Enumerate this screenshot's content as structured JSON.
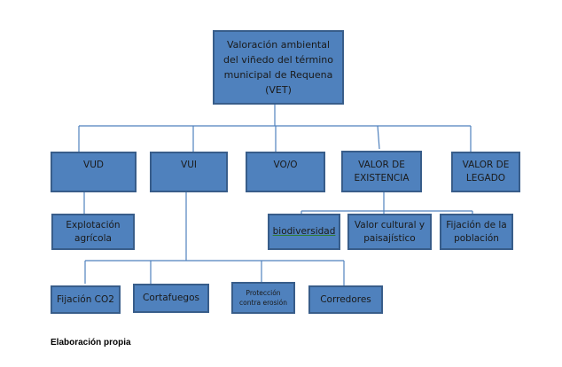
{
  "root": {
    "label": "Valoración ambiental del viñedo del término municipal de Requena (VET)"
  },
  "level1": [
    {
      "id": "vud",
      "label": "VUD"
    },
    {
      "id": "vui",
      "label": "VUI"
    },
    {
      "id": "vo",
      "label": "VO/O"
    },
    {
      "id": "existencia",
      "label": "VALOR DE EXISTENCIA"
    },
    {
      "id": "legado",
      "label": "VALOR DE LEGADO"
    }
  ],
  "vud_children": [
    {
      "label": "Explotación agrícola"
    }
  ],
  "vui_children": [
    {
      "label": "Fijación CO2"
    },
    {
      "label": "Cortafuegos"
    },
    {
      "label": "Protección contra erosión"
    },
    {
      "label": "Corredores"
    }
  ],
  "existencia_children": [
    {
      "label": "biodiversidad"
    },
    {
      "label": "Valor cultural y paisajístico"
    },
    {
      "label": "Fijación de la población"
    }
  ],
  "caption": "Elaboración propia",
  "colors": {
    "box_fill": "#4f81bd",
    "box_border": "#385d8a",
    "connector": "#4f81bd"
  }
}
